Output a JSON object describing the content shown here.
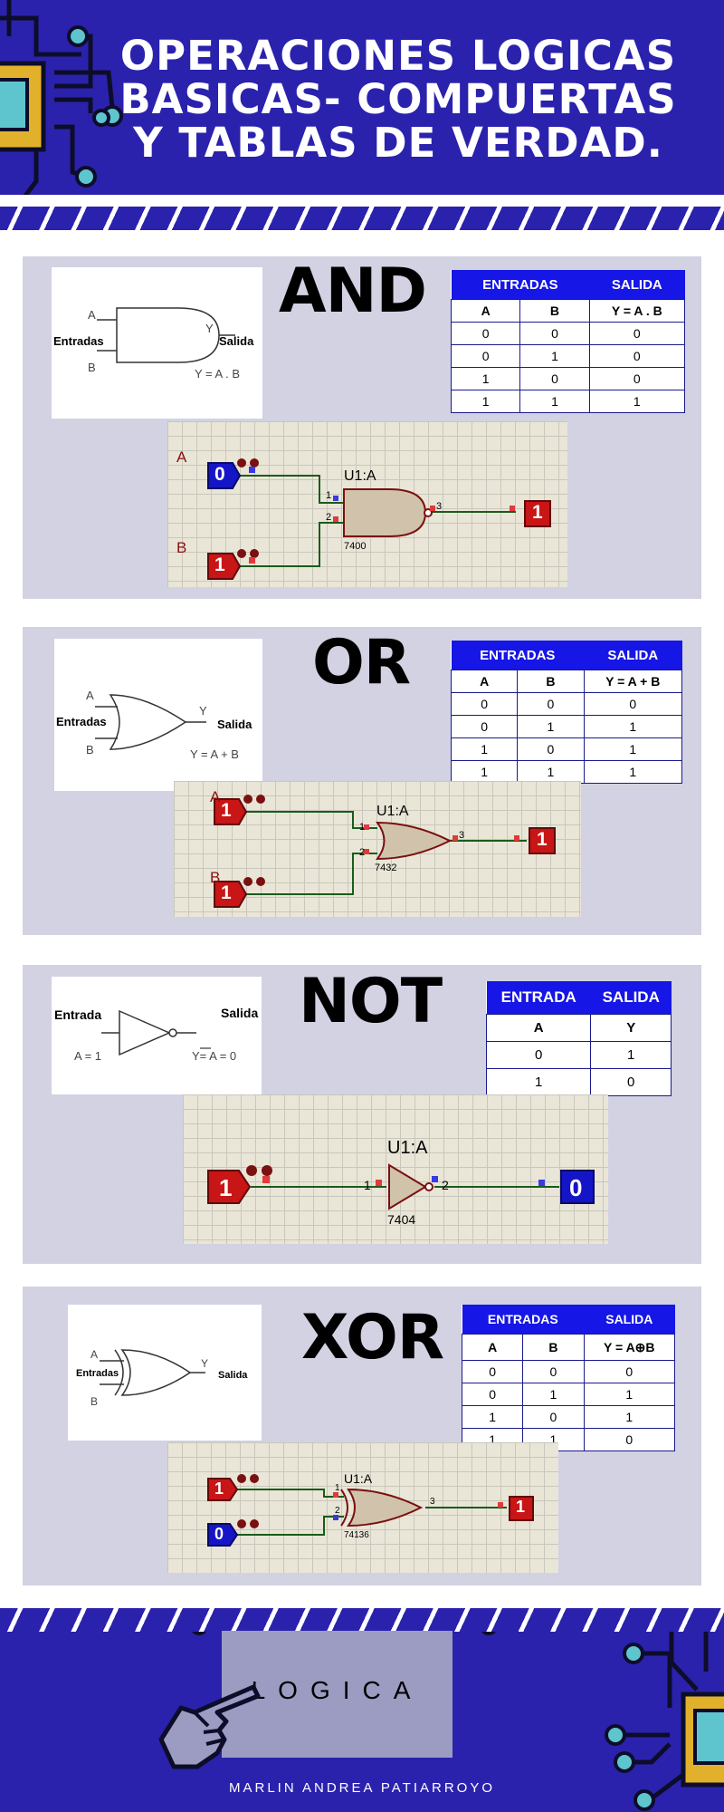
{
  "header": {
    "title_lines": [
      "OPERACIONES LOGICAS",
      "BASICAS- COMPUERTAS",
      "Y TABLAS DE VERDAD."
    ]
  },
  "colors": {
    "background_blue": "#2a22ad",
    "panel": "#d2d2e3",
    "table_header": "#1616e6",
    "wire": "#7a1010"
  },
  "gates": [
    {
      "name": "AND",
      "diagram": {
        "input_a": "A",
        "input_b": "B",
        "output": "Y",
        "left_label": "Entradas",
        "right_label": "Salida",
        "formula": "Y = A . B"
      },
      "table": {
        "headers": [
          "ENTRADAS",
          "SALIDA"
        ],
        "cols": [
          "A",
          "B",
          "Y = A . B"
        ],
        "rows": [
          [
            "0",
            "0",
            "0"
          ],
          [
            "0",
            "1",
            "0"
          ],
          [
            "1",
            "0",
            "0"
          ],
          [
            "1",
            "1",
            "1"
          ]
        ]
      },
      "sim": {
        "label_a": "A",
        "label_b": "B",
        "in_a": "0",
        "in_b": "1",
        "out": "1",
        "part": "U1:A",
        "chip": "7400",
        "pin1": "1",
        "pin2": "2",
        "pin3": "3"
      }
    },
    {
      "name": "OR",
      "diagram": {
        "input_a": "A",
        "input_b": "B",
        "output": "Y",
        "left_label": "Entradas",
        "right_label": "Salida",
        "formula": "Y = A + B"
      },
      "table": {
        "headers": [
          "ENTRADAS",
          "SALIDA"
        ],
        "cols": [
          "A",
          "B",
          "Y = A + B"
        ],
        "rows": [
          [
            "0",
            "0",
            "0"
          ],
          [
            "0",
            "1",
            "1"
          ],
          [
            "1",
            "0",
            "1"
          ],
          [
            "1",
            "1",
            "1"
          ]
        ]
      },
      "sim": {
        "label_a": "A",
        "label_b": "B",
        "in_a": "1",
        "in_b": "1",
        "out": "1",
        "part": "U1:A",
        "chip": "7432",
        "pin1": "1",
        "pin2": "2",
        "pin3": "3"
      }
    },
    {
      "name": "NOT",
      "diagram": {
        "left_label": "Entrada",
        "right_label": "Salida",
        "input_eq": "A = 1",
        "formula": "Y= A = 0"
      },
      "table": {
        "headers": [
          "ENTRADA",
          "SALIDA"
        ],
        "cols": [
          "A",
          "Y"
        ],
        "rows": [
          [
            "0",
            "1"
          ],
          [
            "1",
            "0"
          ]
        ]
      },
      "sim": {
        "in_a": "1",
        "out": "0",
        "part": "U1:A",
        "chip": "7404",
        "pin1": "1",
        "pin2": "2"
      }
    },
    {
      "name": "XOR",
      "diagram": {
        "input_a": "A",
        "input_b": "B",
        "output": "Y",
        "left_label": "Entradas",
        "right_label": "Salida"
      },
      "table": {
        "headers": [
          "ENTRADAS",
          "SALIDA"
        ],
        "cols": [
          "A",
          "B",
          "Y = A⊕B"
        ],
        "rows": [
          [
            "0",
            "0",
            "0"
          ],
          [
            "0",
            "1",
            "1"
          ],
          [
            "1",
            "0",
            "1"
          ],
          [
            "1",
            "1",
            "0"
          ]
        ]
      },
      "sim": {
        "in_a": "1",
        "in_b": "0",
        "out": "1",
        "part": "U1:A",
        "chip": "74136",
        "pin1": "1",
        "pin2": "2",
        "pin3": "3"
      }
    }
  ],
  "footer": {
    "banner": "LOGICA",
    "author": "MARLIN ANDREA PATIARROYO"
  }
}
